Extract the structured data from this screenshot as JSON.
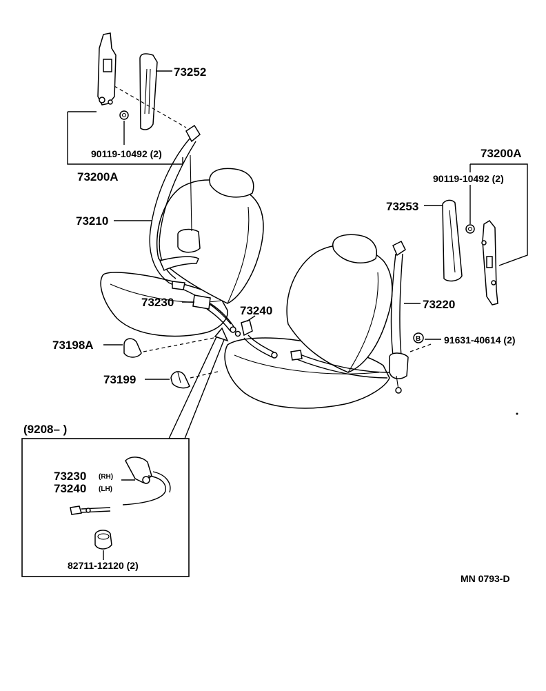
{
  "parts": {
    "p73252": "73252",
    "p90119_left": "90119-10492 (2)",
    "p73200A_left": "73200A",
    "p73210": "73210",
    "p73230": "73230",
    "p73240": "73240",
    "p73198A": "73198A",
    "p73199": "73199",
    "p73200A_right": "73200A",
    "p90119_right": "90119-10492 (2)",
    "p73253": "73253",
    "p73220": "73220",
    "p91631": "91631-40614 (2)",
    "b_marker": "B"
  },
  "inset": {
    "date_label": "(9208–          )",
    "p73230": "73230",
    "rh": "(RH)",
    "p73240": "73240",
    "lh": "(LH)",
    "p82711": "82711-12120 (2)"
  },
  "footer": {
    "ref_code": "MN 0793-D"
  }
}
